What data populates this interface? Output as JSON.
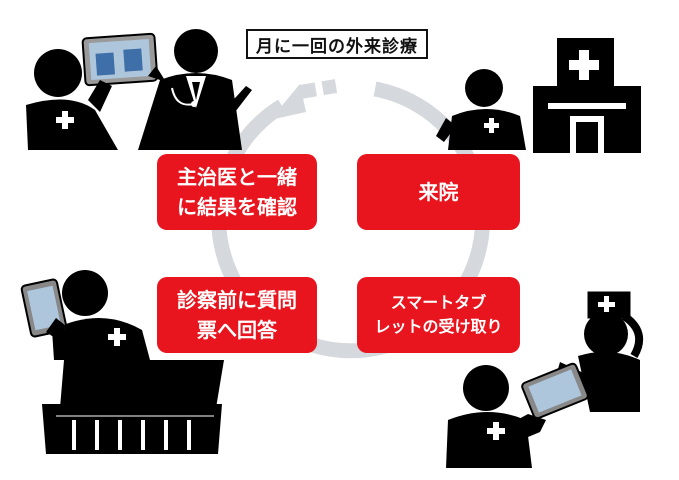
{
  "title": "月に一回の外来診療",
  "steps": [
    {
      "lines": [
        "来院"
      ]
    },
    {
      "lines": [
        "スマートタブ",
        "レットの受け取り"
      ]
    },
    {
      "lines": [
        "診察前に質問",
        "票へ回答"
      ]
    },
    {
      "lines": [
        "主治医と一緒",
        "に結果を確認"
      ]
    }
  ],
  "colors": {
    "step_fill": "#e8151e",
    "arrow": "#d5d8dc",
    "figure": "#000000",
    "tablet_screen": "#aec6dc"
  },
  "icons": [
    "doctor-patient-tablet",
    "patient-at-hospital",
    "hospital-icon",
    "nurse-giving-tablet",
    "patient-filling-tablet"
  ]
}
